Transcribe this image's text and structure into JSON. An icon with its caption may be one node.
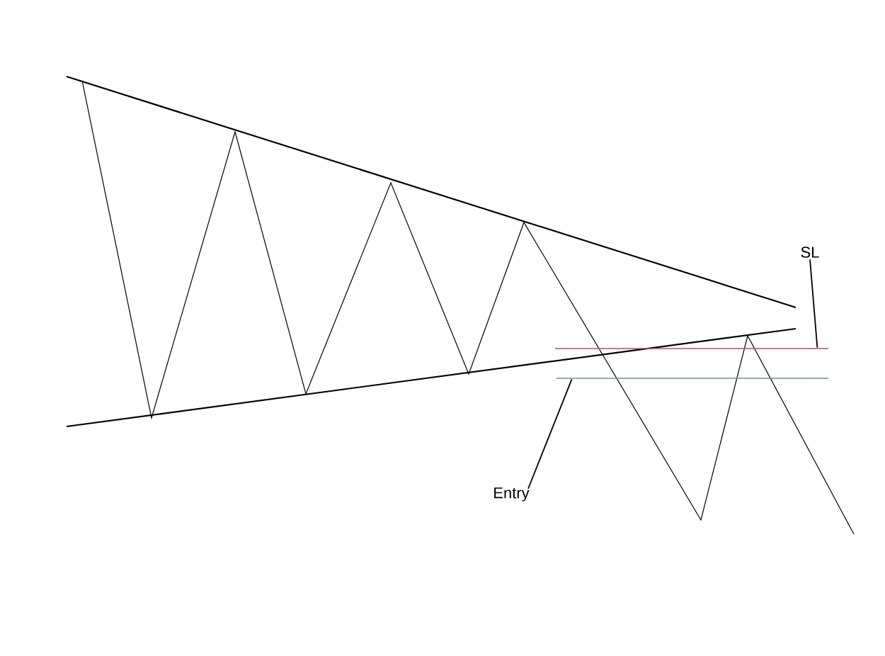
{
  "diagram": {
    "nodes": [
      {
        "text": [
          "SL"
        ]
      },
      {
        "text": [
          "Entry"
        ]
      },
      {
        "text": [],
        "shape": "line"
      },
      {
        "text": [],
        "shape": "line"
      }
    ],
    "edges": [
      {
        "from": 0,
        "to": 2,
        "arrow": "none"
      },
      {
        "from": 1,
        "to": 3,
        "arrow": "none"
      }
    ]
  }
}
